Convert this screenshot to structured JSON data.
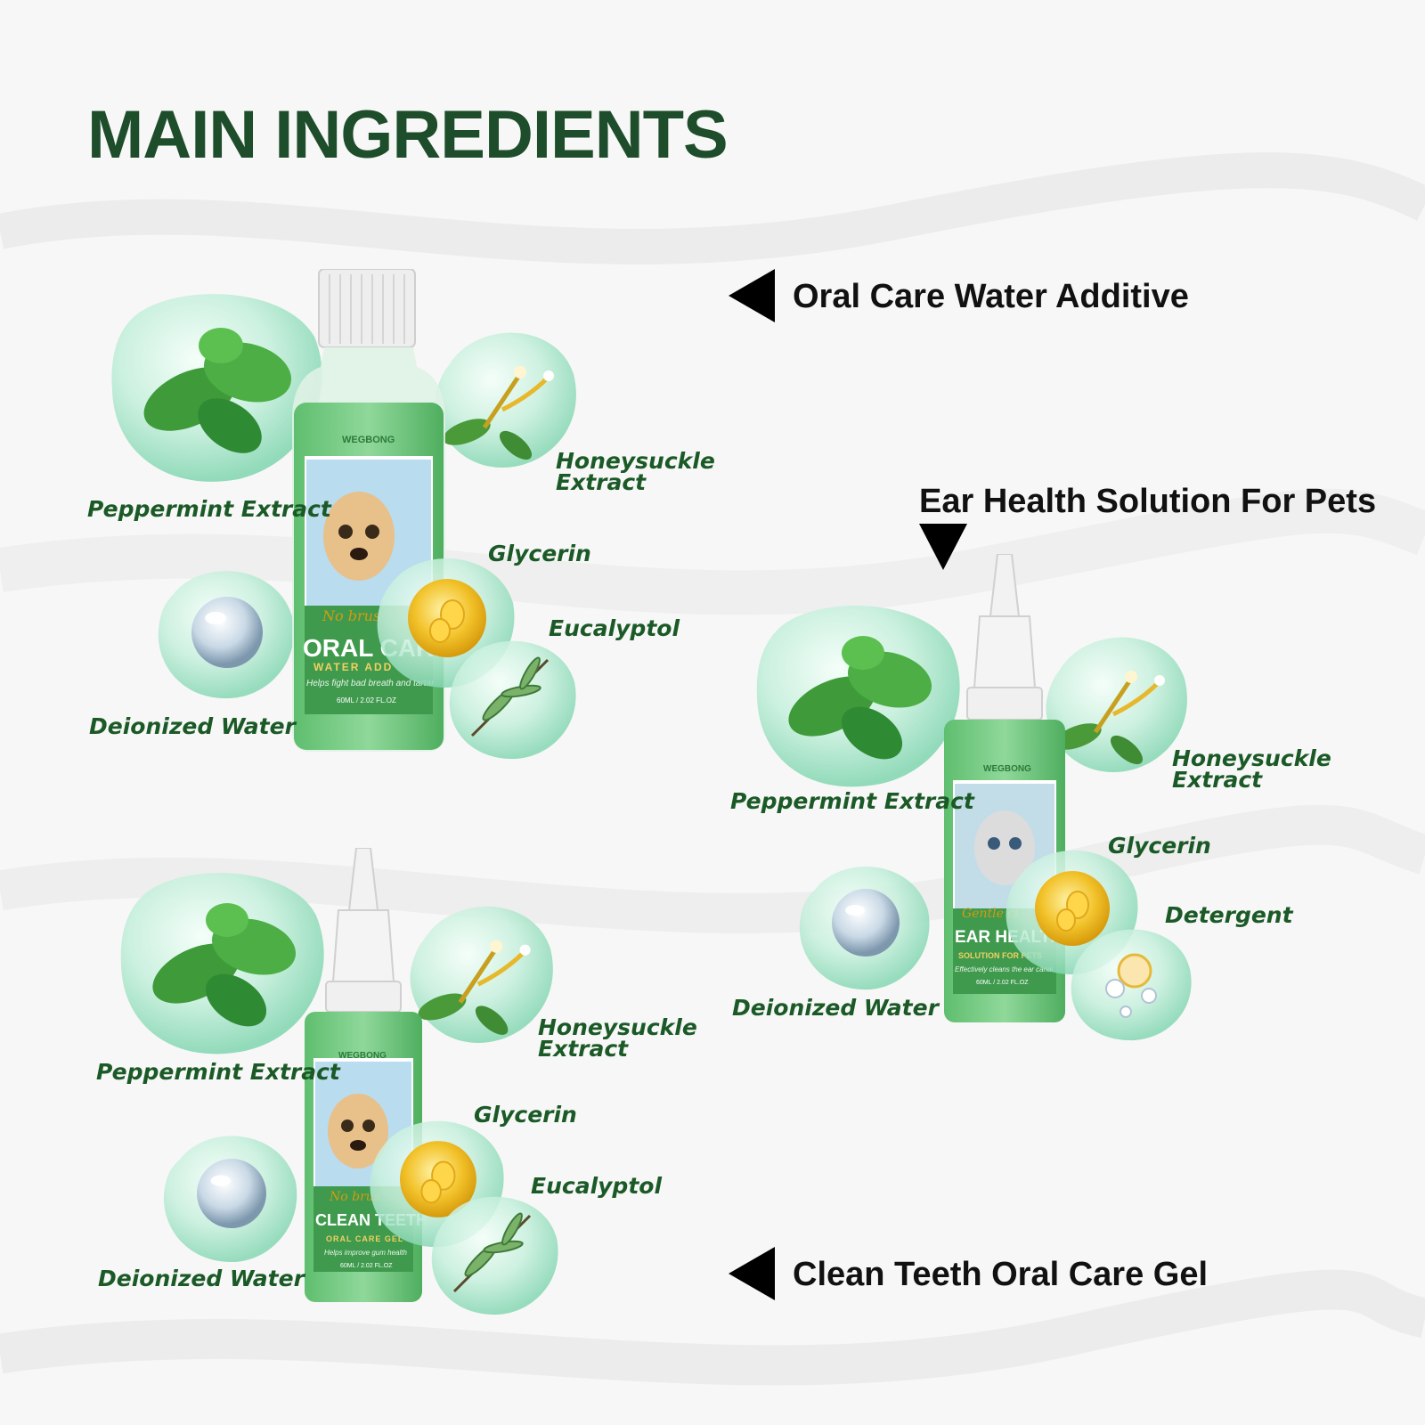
{
  "page": {
    "title": "MAIN INGREDIENTS",
    "colors": {
      "title": "#1e4d2b",
      "ingredient_text": "#1b5a27",
      "bottle_green": "#4fae5f",
      "bubble": "#a8e6cf"
    }
  },
  "products": [
    {
      "label": "Oral Care Water Additive",
      "bottle": {
        "brand": "WEGBONG",
        "slogan": "No brus",
        "name": "ORAL CARE",
        "sub": "WATER ADD",
        "desc": "Helps fight bad breath and tartar",
        "volume": "60ML / 2.02 FL.OZ"
      },
      "ingredients": [
        "Peppermint Extract",
        "Honeysuckle",
        "Extract",
        "Glycerin",
        "Eucalyptol",
        "Deionized Water"
      ]
    },
    {
      "label": "Ear Health Solution For Pets",
      "bottle": {
        "brand": "WEGBONG",
        "slogan": "Gentle cl",
        "name": "EAR HEALTH",
        "sub": "SOLUTION FOR PETS",
        "desc": "Effectively cleans the ear canal",
        "volume": "60ML / 2.02 FL.OZ"
      },
      "ingredients": [
        "Peppermint Extract",
        "Honeysuckle",
        "Extract",
        "Glycerin",
        "Detergent",
        "Deionized Water"
      ]
    },
    {
      "label": "Clean Teeth Oral Care Gel",
      "bottle": {
        "brand": "WEGBONG",
        "slogan": "No brus",
        "name": "CLEAN TEETH",
        "sub": "ORAL CARE GEL",
        "desc": "Helps improve gum health",
        "volume": "60ML / 2.02 FL.OZ"
      },
      "ingredients": [
        "Peppermint Extract",
        "Honeysuckle",
        "Extract",
        "Glycerin",
        "Eucalyptol",
        "Deionized Water"
      ]
    }
  ],
  "icons": {
    "arrow": "black-triangle-arrow",
    "mint": "peppermint-leaf-icon",
    "flower": "honeysuckle-flower-icon",
    "oil": "glycerin-droplet-icon",
    "leaf": "eucalyptus-leaf-icon",
    "water": "water-droplet-icon",
    "soap": "detergent-bubble-icon"
  }
}
